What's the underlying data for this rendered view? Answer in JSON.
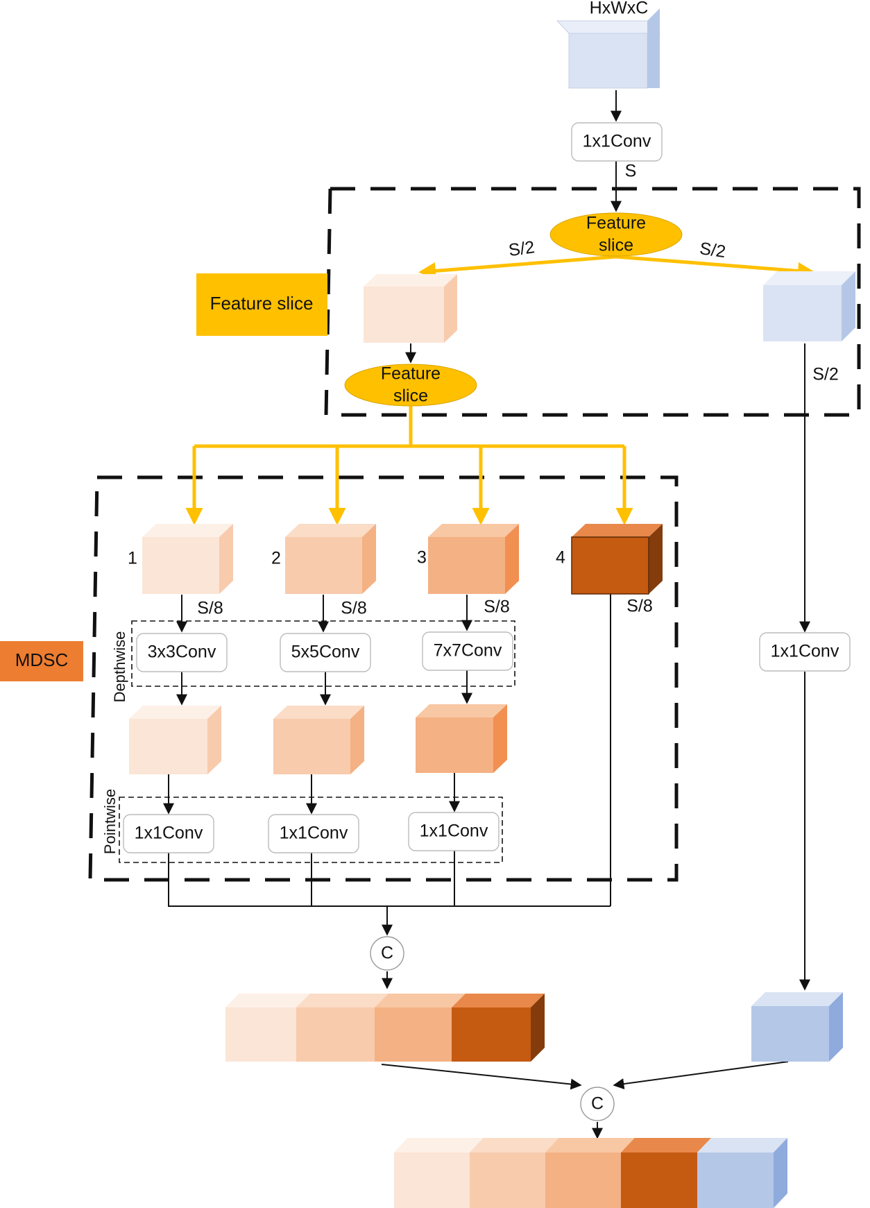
{
  "input": {
    "label": "HxWxC"
  },
  "top_conv": {
    "label": "1x1Conv"
  },
  "edge_labels": {
    "s": "S",
    "half_left": "S/2",
    "half_right": "S/2",
    "half_down": "S/2",
    "eighth_1": "S/8",
    "eighth_2": "S/8",
    "eighth_3": "S/8",
    "eighth_4": "S/8"
  },
  "feature_slice_top": {
    "line1": "Feature",
    "line2": "slice"
  },
  "feature_slice_left": {
    "line1": "Feature",
    "line2": "slice"
  },
  "side_labels": {
    "feature_slice": "Feature slice",
    "mdsc": "MDSC"
  },
  "branch_numbers": [
    "1",
    "2",
    "3",
    "4"
  ],
  "group_labels": {
    "depthwise": "Depthwise",
    "pointwise": "Pointwise"
  },
  "depthwise_convs": [
    "3x3Conv",
    "5x5Conv",
    "7x7Conv"
  ],
  "pointwise_convs": [
    "1x1Conv",
    "1x1Conv",
    "1x1Conv"
  ],
  "right_conv": {
    "label": "1x1Conv"
  },
  "concat": {
    "label1": "C",
    "label2": "C"
  },
  "colors": {
    "slice_yellow": "#FFC000",
    "mdsc_orange": "#ED7D31",
    "blue_light": "#DAE3F3",
    "blue_mid": "#B4C7E7",
    "orange_1": "#FBE5D6",
    "orange_2": "#F8CBAD",
    "orange_3": "#F4B183",
    "orange_4": "#C55A11"
  }
}
